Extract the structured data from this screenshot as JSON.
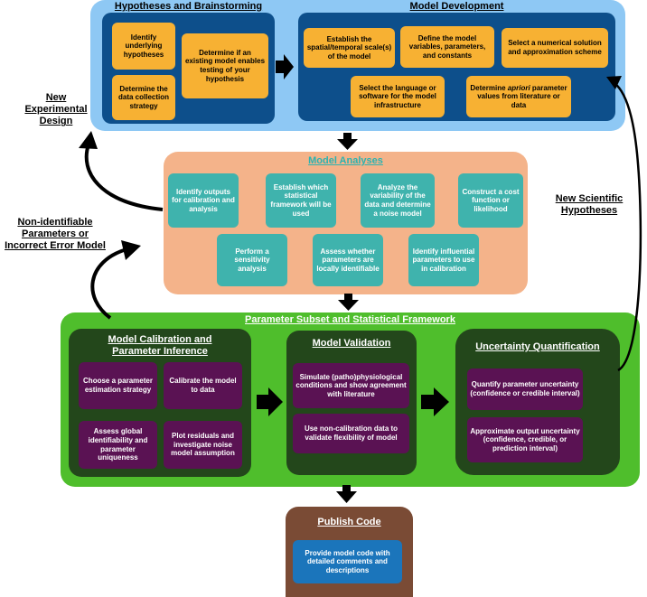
{
  "colors": {
    "dev_bg": "#8ec8f4",
    "dev_inner": "#0d4f8b",
    "yellow_box": "#f7b133",
    "analysis_bg": "#f4b38a",
    "analysis_title": "#2ab3b1",
    "teal_box": "#3fb3ad",
    "green_bg": "#4fbe2c",
    "green_title": "#ffffff",
    "dark_green": "#23471b",
    "purple_box": "#5a1253",
    "publish_bg": "#7a4b35",
    "publish_box": "#1b75bb"
  },
  "hypotheses": {
    "title": "Hypotheses and Brainstorming",
    "boxes": [
      "Identify underlying hypotheses",
      "Determine the data collection strategy",
      "Determine if an existing model enables testing of your hypothesis"
    ]
  },
  "model_development": {
    "title": "Model Development",
    "boxes": [
      "Establish the spatial/temporal scale(s) of the model",
      "Define the model variables, parameters, and constants",
      "Select a numerical solution and approximation scheme",
      "Select the language or software for the model infrastructure"
    ],
    "apriori_box": {
      "pre": "Determine ",
      "em": "apriori",
      "post": " parameter values from literature or data"
    }
  },
  "model_analyses": {
    "title": "Model Analyses",
    "boxes": [
      "Identify outputs for calibration and analysis",
      "Establish which statistical framework will be used",
      "Analyze the variability of the data and determine a noise model",
      "Construct a cost function or likelihood",
      "Perform a sensitivity analysis",
      "Assess whether parameters are locally identifiable",
      "Identify influential parameters to use in calibration"
    ]
  },
  "framework": {
    "title": "Parameter Subset and Statistical Framework",
    "calibration": {
      "title": "Model Calibration and Parameter Inference",
      "boxes": [
        "Choose a parameter estimation strategy",
        "Calibrate the model to data",
        "Assess global identifiability and parameter uniqueness",
        "Plot residuals and investigate noise model assumption"
      ]
    },
    "validation": {
      "title": "Model Validation",
      "boxes": [
        "Simulate (patho)physiological conditions and show agreement with literature",
        "Use non-calibration data to validate flexibility of model"
      ]
    },
    "uncertainty": {
      "title": "Uncertainty Quantification",
      "boxes": [
        "Quantify parameter uncertainty (confidence or credible interval)",
        "Approximate output uncertainty (confidence, credible, or prediction interval)"
      ]
    }
  },
  "publish": {
    "title": "Publish Code",
    "box": "Provide model code with detailed comments and descriptions"
  },
  "side_labels": {
    "experimental": "New Experimental Design",
    "nonidentifiable": "Non-identifiable Parameters or Incorrect Error Model",
    "scientific": "New Scientific Hypotheses"
  }
}
